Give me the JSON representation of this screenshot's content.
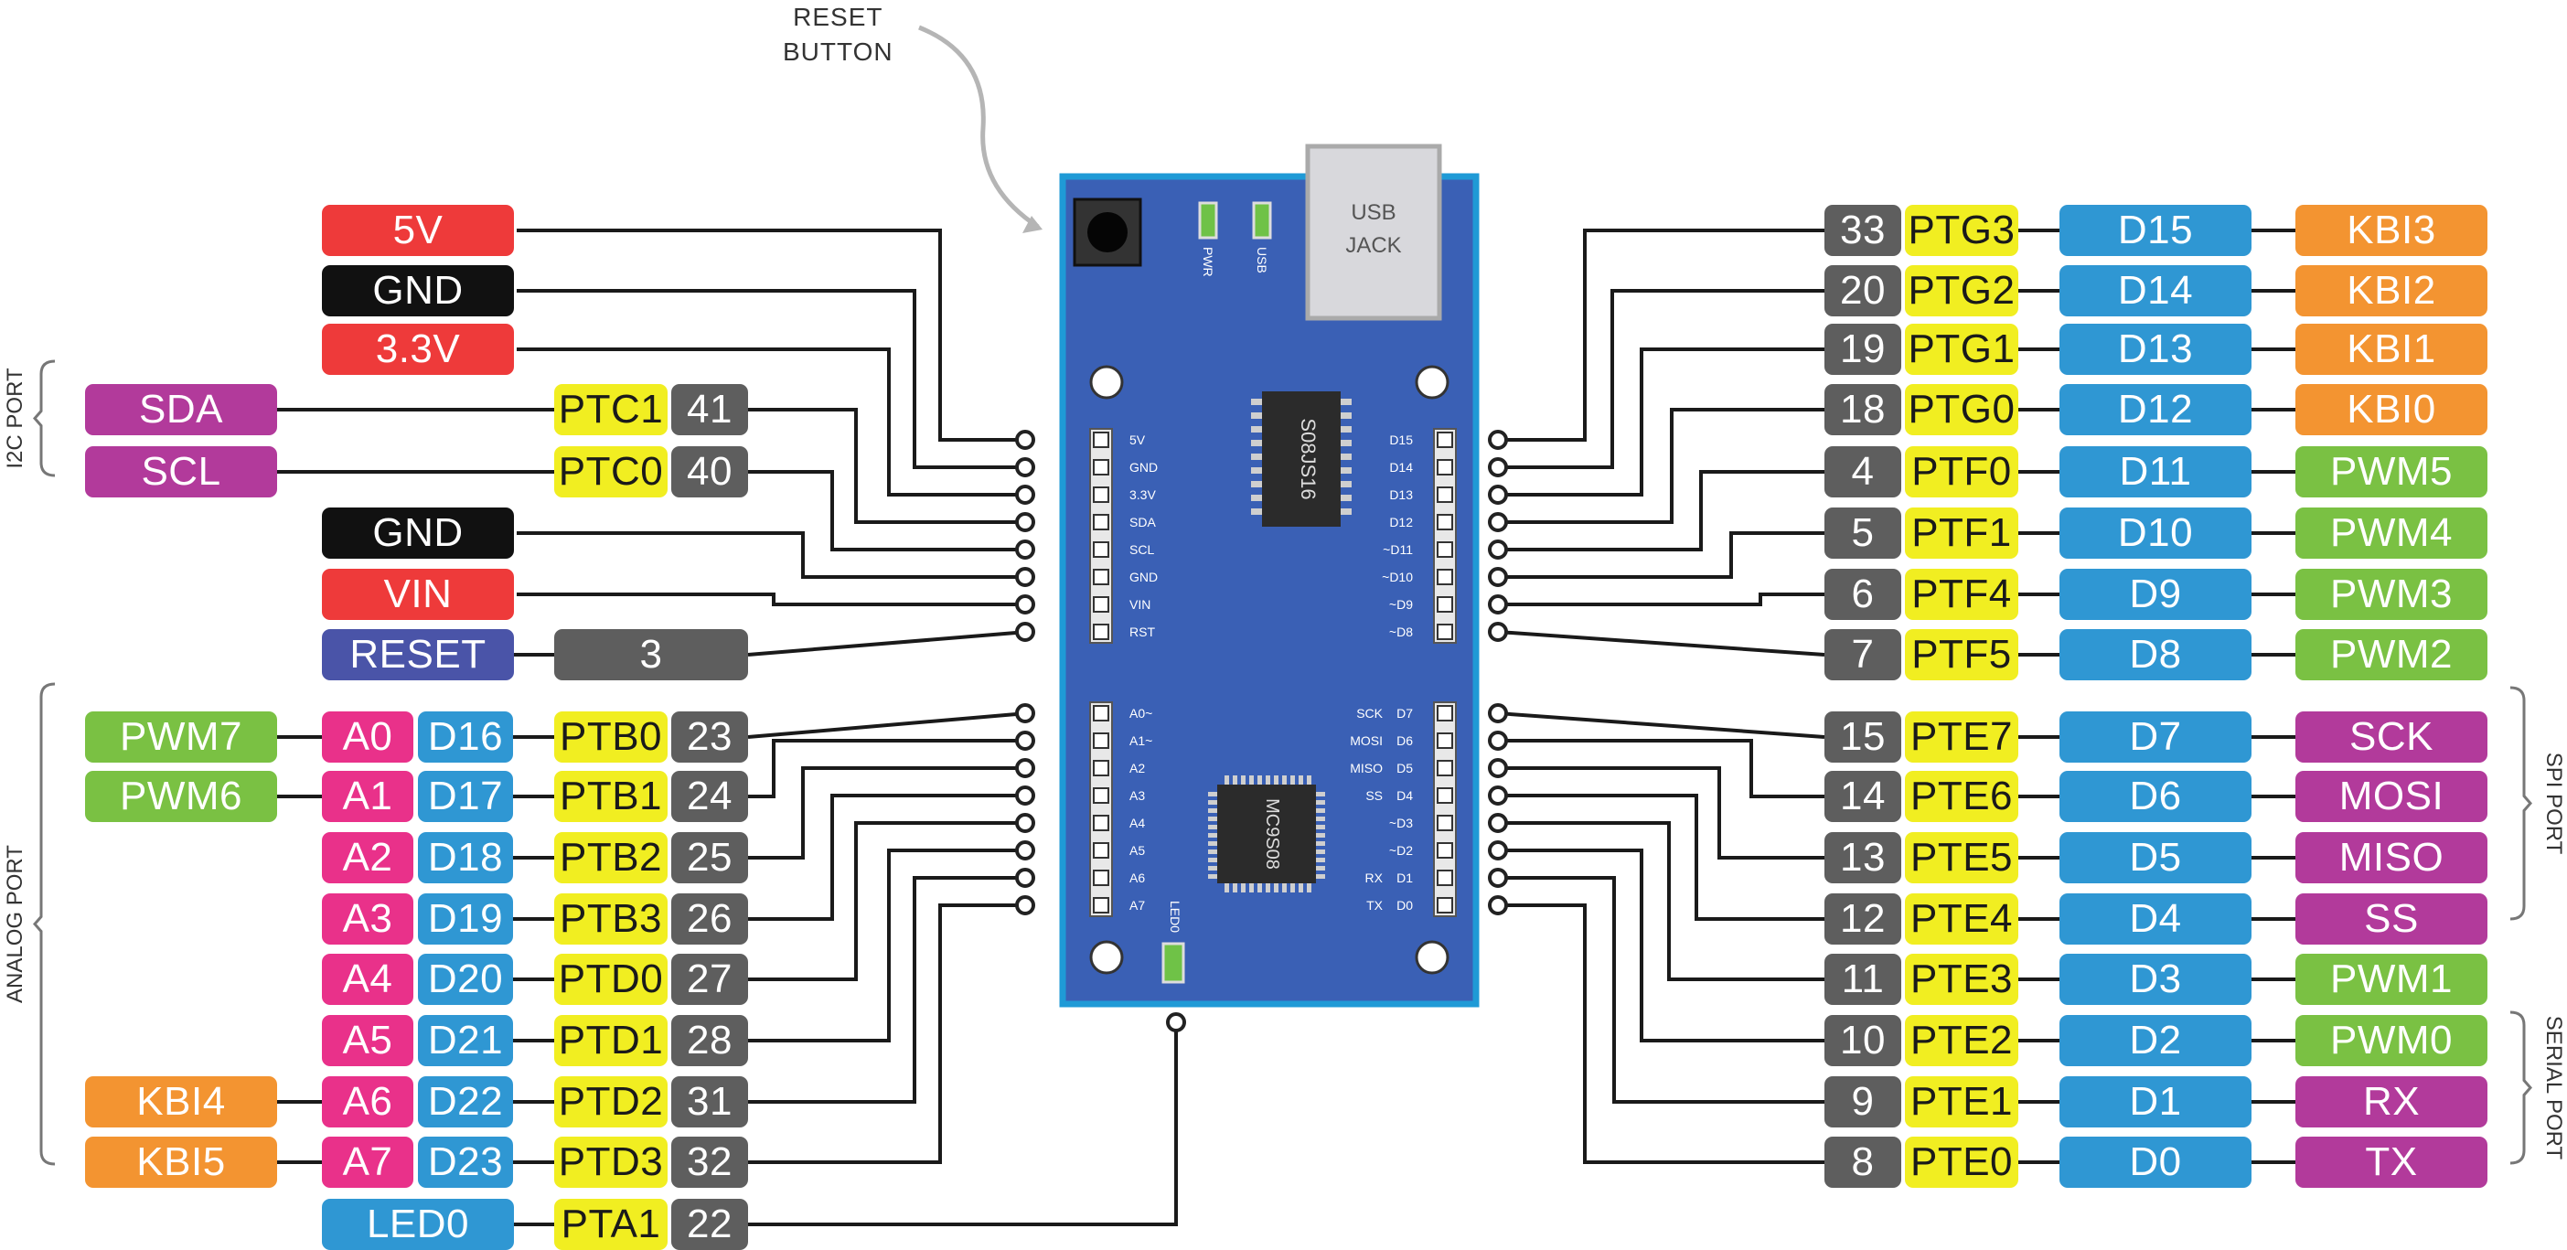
{
  "colors": {
    "red": "#ee3a3a",
    "black": "#111111",
    "purple": "#b23a9b",
    "yellow": "#f1ee21",
    "gray": "#5e5e5e",
    "blue": "#2f97d3",
    "orange": "#f39431",
    "green": "#7ac143",
    "pink": "#e9318a",
    "reset_blue": "#4a54a8",
    "board": "#3a60b5",
    "board_border": "#1f9ad6"
  },
  "annotations": {
    "reset_button": [
      "RESET",
      "BUTTON"
    ],
    "usb_jack": [
      "USB",
      "JACK"
    ]
  },
  "groups": {
    "i2c": "I2C PORT",
    "analog": "ANALOG PORT",
    "spi": "SPI PORT",
    "serial": "SERIAL PORT"
  },
  "board": {
    "pwr_label": "PWR",
    "usb_label": "USB",
    "led_label": "LED0",
    "chip_top": "S08JS16",
    "chip_bottom": "MC9S08",
    "left_header_top": [
      "5V",
      "GND",
      "3.3V",
      "SDA",
      "SCL",
      "GND",
      "VIN",
      "RST"
    ],
    "left_header_bottom": [
      "A0~",
      "A1~",
      "A2",
      "A3",
      "A4",
      "A5",
      "A6",
      "A7"
    ],
    "right_header_top": [
      "D15",
      "D14",
      "D13",
      "D12",
      "~D11",
      "~D10",
      "~D9",
      "~D8"
    ],
    "right_header_bottom_labels": [
      "SCK",
      "MOSI",
      "MISO",
      "SS",
      "",
      "",
      "RX",
      "TX"
    ],
    "right_header_bottom": [
      "D7",
      "D6",
      "D5",
      "D4",
      "~D3",
      "~D2",
      "D1",
      "D0"
    ]
  },
  "left_power": [
    {
      "label": "5V",
      "color": "red"
    },
    {
      "label": "GND",
      "color": "black"
    },
    {
      "label": "3.3V",
      "color": "red"
    }
  ],
  "left_i2c": [
    {
      "func": "SDA",
      "port": "PTC1",
      "pin": "41"
    },
    {
      "func": "SCL",
      "port": "PTC0",
      "pin": "40"
    }
  ],
  "left_misc": [
    {
      "label": "GND",
      "color": "black"
    },
    {
      "label": "VIN",
      "color": "red"
    },
    {
      "label": "RESET",
      "color": "reset_blue",
      "pin": "3"
    }
  ],
  "left_analog": [
    {
      "extra": "PWM7",
      "extra_color": "green",
      "analog": "A0",
      "digital": "D16",
      "port": "PTB0",
      "pin": "23"
    },
    {
      "extra": "PWM6",
      "extra_color": "green",
      "analog": "A1",
      "digital": "D17",
      "port": "PTB1",
      "pin": "24"
    },
    {
      "extra": "",
      "extra_color": "",
      "analog": "A2",
      "digital": "D18",
      "port": "PTB2",
      "pin": "25"
    },
    {
      "extra": "",
      "extra_color": "",
      "analog": "A3",
      "digital": "D19",
      "port": "PTB3",
      "pin": "26"
    },
    {
      "extra": "",
      "extra_color": "",
      "analog": "A4",
      "digital": "D20",
      "port": "PTD0",
      "pin": "27"
    },
    {
      "extra": "",
      "extra_color": "",
      "analog": "A5",
      "digital": "D21",
      "port": "PTD1",
      "pin": "28"
    },
    {
      "extra": "KBI4",
      "extra_color": "orange",
      "analog": "A6",
      "digital": "D22",
      "port": "PTD2",
      "pin": "31"
    },
    {
      "extra": "KBI5",
      "extra_color": "orange",
      "analog": "A7",
      "digital": "D23",
      "port": "PTD3",
      "pin": "32"
    }
  ],
  "left_led": {
    "label": "LED0",
    "port": "PTA1",
    "pin": "22"
  },
  "right_rows": [
    {
      "pin": "33",
      "port": "PTG3",
      "digital": "D15",
      "func": "KBI3",
      "func_color": "orange"
    },
    {
      "pin": "20",
      "port": "PTG2",
      "digital": "D14",
      "func": "KBI2",
      "func_color": "orange"
    },
    {
      "pin": "19",
      "port": "PTG1",
      "digital": "D13",
      "func": "KBI1",
      "func_color": "orange"
    },
    {
      "pin": "18",
      "port": "PTG0",
      "digital": "D12",
      "func": "KBI0",
      "func_color": "orange"
    },
    {
      "pin": "4",
      "port": "PTF0",
      "digital": "D11",
      "func": "PWM5",
      "func_color": "green"
    },
    {
      "pin": "5",
      "port": "PTF1",
      "digital": "D10",
      "func": "PWM4",
      "func_color": "green"
    },
    {
      "pin": "6",
      "port": "PTF4",
      "digital": "D9",
      "func": "PWM3",
      "func_color": "green"
    },
    {
      "pin": "7",
      "port": "PTF5",
      "digital": "D8",
      "func": "PWM2",
      "func_color": "green"
    },
    {
      "pin": "15",
      "port": "PTE7",
      "digital": "D7",
      "func": "SCK",
      "func_color": "purple"
    },
    {
      "pin": "14",
      "port": "PTE6",
      "digital": "D6",
      "func": "MOSI",
      "func_color": "purple"
    },
    {
      "pin": "13",
      "port": "PTE5",
      "digital": "D5",
      "func": "MISO",
      "func_color": "purple"
    },
    {
      "pin": "12",
      "port": "PTE4",
      "digital": "D4",
      "func": "SS",
      "func_color": "purple"
    },
    {
      "pin": "11",
      "port": "PTE3",
      "digital": "D3",
      "func": "PWM1",
      "func_color": "green"
    },
    {
      "pin": "10",
      "port": "PTE2",
      "digital": "D2",
      "func": "PWM0",
      "func_color": "green"
    },
    {
      "pin": "9",
      "port": "PTE1",
      "digital": "D1",
      "func": "RX",
      "func_color": "purple"
    },
    {
      "pin": "8",
      "port": "PTE0",
      "digital": "D0",
      "func": "TX",
      "func_color": "purple"
    }
  ]
}
